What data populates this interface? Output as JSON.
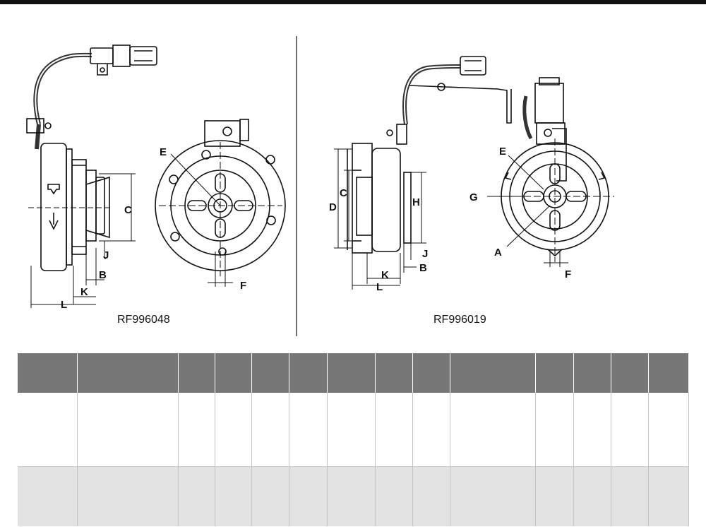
{
  "figures": {
    "left": {
      "caption": "RF996048",
      "labels": {
        "C": "C",
        "E": "E",
        "F": "F",
        "J": "J",
        "B": "B",
        "K": "K",
        "L": "L"
      }
    },
    "right": {
      "caption": "RF996019",
      "labels": {
        "C": "C",
        "D": "D",
        "H": "H",
        "J": "J",
        "B": "B",
        "K": "K",
        "L": "L",
        "E": "E",
        "G": "G",
        "A": "A",
        "F": "F"
      }
    }
  },
  "table": {
    "header": [
      "",
      "",
      "",
      "",
      "",
      "",
      "",
      "",
      "",
      "",
      "",
      "",
      "",
      ""
    ],
    "rows": [
      [
        "",
        "",
        "",
        "",
        "",
        "",
        "",
        "",
        "",
        "",
        "",
        "",
        "",
        ""
      ],
      [
        "",
        "",
        "",
        "",
        "",
        "",
        "",
        "",
        "",
        "",
        "",
        "",
        "",
        ""
      ]
    ]
  },
  "colors": {
    "header_bg": "#777777",
    "row_alt_bg": "#e3e3e3",
    "line": "#111111"
  }
}
